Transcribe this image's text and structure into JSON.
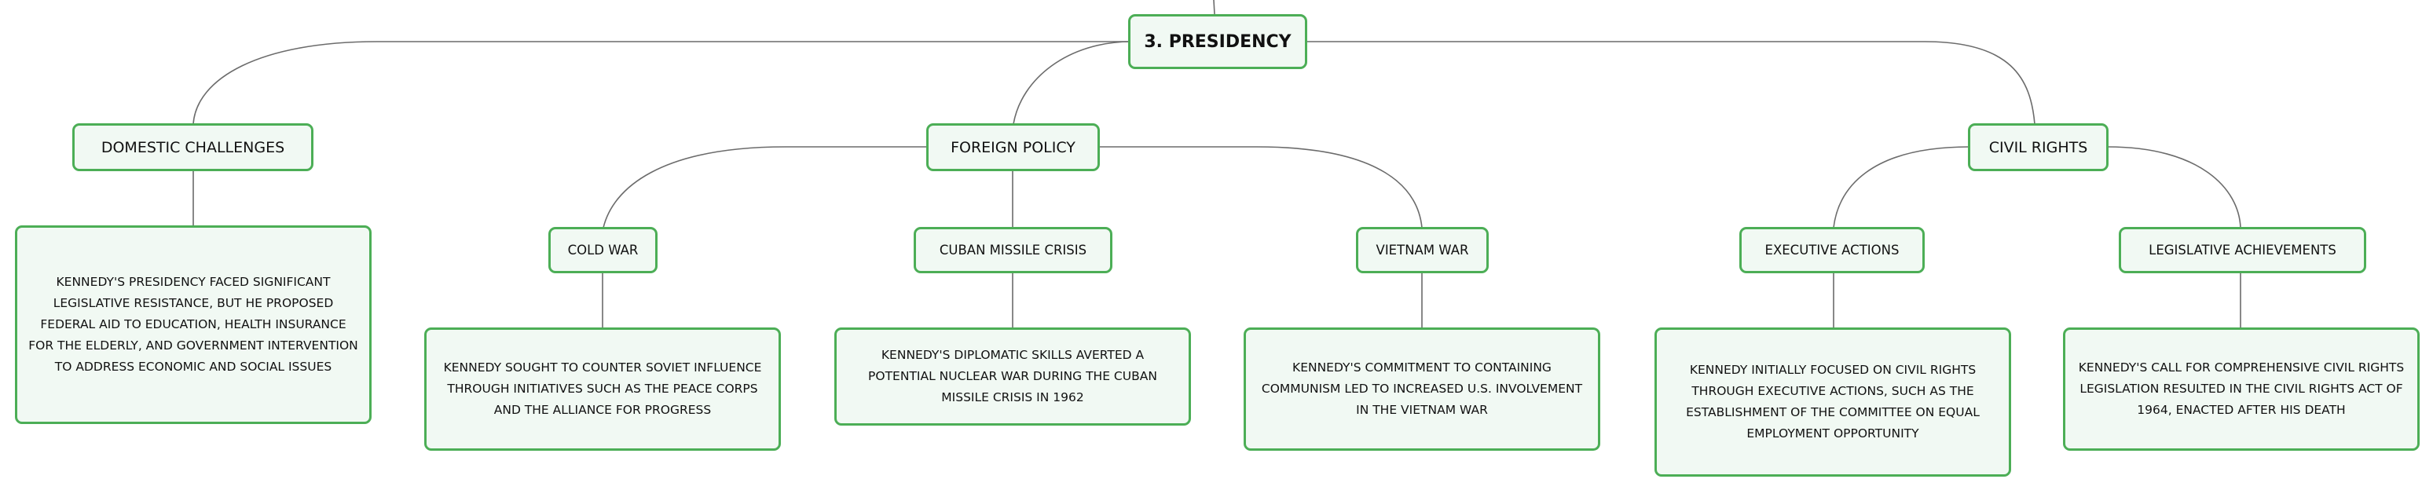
{
  "root": {
    "label": "3. PRESIDENCY"
  },
  "domestic": {
    "label": "DOMESTIC CHALLENGES",
    "detail": "KENNEDY'S PRESIDENCY FACED SIGNIFICANT LEGISLATIVE RESISTANCE, BUT HE PROPOSED FEDERAL AID TO EDUCATION, HEALTH INSURANCE FOR THE ELDERLY, AND GOVERNMENT INTERVENTION TO ADDRESS ECONOMIC AND SOCIAL ISSUES"
  },
  "foreign_policy": {
    "label": "FOREIGN POLICY",
    "cold_war": {
      "label": "COLD WAR",
      "detail": "KENNEDY SOUGHT TO COUNTER SOVIET INFLUENCE THROUGH INITIATIVES SUCH AS THE PEACE CORPS AND THE ALLIANCE FOR PROGRESS"
    },
    "cuban_missile_crisis": {
      "label": "CUBAN MISSILE CRISIS",
      "detail": "KENNEDY'S DIPLOMATIC SKILLS AVERTED A POTENTIAL NUCLEAR WAR DURING THE CUBAN MISSILE CRISIS IN 1962"
    },
    "vietnam_war": {
      "label": "VIETNAM WAR",
      "detail": "KENNEDY'S COMMITMENT TO CONTAINING COMMUNISM LED TO INCREASED U.S. INVOLVEMENT IN THE VIETNAM WAR"
    }
  },
  "civil_rights": {
    "label": "CIVIL RIGHTS",
    "executive_actions": {
      "label": "EXECUTIVE ACTIONS",
      "detail": "KENNEDY INITIALLY FOCUSED ON CIVIL RIGHTS THROUGH EXECUTIVE ACTIONS, SUCH AS THE ESTABLISHMENT OF THE COMMITTEE ON EQUAL EMPLOYMENT OPPORTUNITY"
    },
    "legislative_achievements": {
      "label": "LEGISLATIVE ACHIEVEMENTS",
      "detail": "KENNEDY'S CALL FOR COMPREHENSIVE CIVIL RIGHTS LEGISLATION RESULTED IN THE CIVIL RIGHTS ACT OF 1964, ENACTED AFTER HIS DEATH"
    }
  }
}
